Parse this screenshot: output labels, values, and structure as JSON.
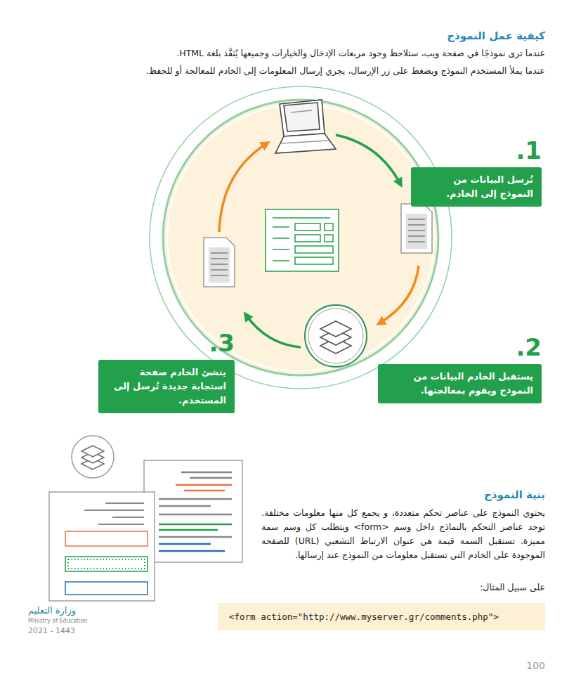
{
  "diagram": {
    "title": "كيفية عمل النموذج",
    "nodes": [
      {
        "text": [
          "1.",
          "تُرسل البيانات من النموذج إلى الخادم."
        ]
      },
      {
        "text": [
          "2.",
          "يستقبل الخادم البيانات من النموذج ويقوم بمعالجتها."
        ]
      },
      {
        "text": [
          "3.",
          "ينشئ الخادم صفحة استجابة جديدة تُرسل إلى المستخدم."
        ]
      },
      {
        "text": [
          "<form action=\"http://www.myserver.gr/comments.php\">"
        ]
      }
    ],
    "labels": [
      "عندما ترى نموذجًا في صفحة ويب، ستلاحظ وجود مربعات الإدخال والخيارات وجميعها يُنَفَّذ بلغة HTML.",
      "عندما يملأ المستخدم النموذج ويضغط على زر الإرسال، يجري إرسال المعلومات إلى الخادم للمعالجة أو للحفظ.",
      "بنية النموذج",
      "يحتوي النموذج على عناصر تحكم متعددة، و يجمع كل منها معلومات مختلفة. توجد عناصر التحكم بالنماذج داخل وسم <form> ويتطلب كل وسم سمة مميزة. تستقبل السمة قيمة هي عنوان الارتباط التشعبي (URL) للصفحة الموجودة على الخادم التي تستقبل معلومات من النموذج عند إرسالها.",
      "على سبيل المثال:",
      "100",
      "وزارة التعليم",
      "Ministry of Education",
      "2021 - 1443"
    ]
  }
}
